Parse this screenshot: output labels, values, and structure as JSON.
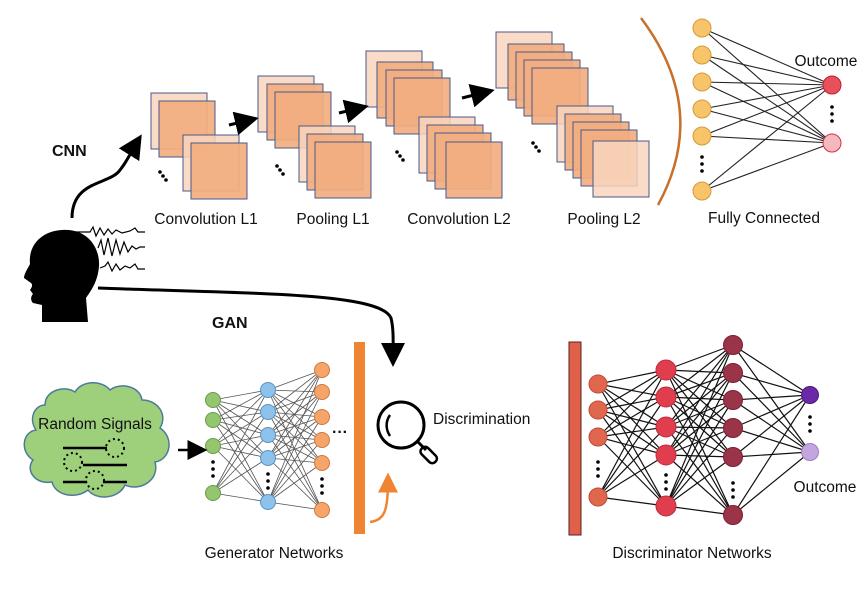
{
  "labels": {
    "cnn": "CNN",
    "gan": "GAN",
    "conv_l1": "Convolution L1",
    "pool_l1": "Pooling L1",
    "conv_l2": "Convolution L2",
    "pool_l2": "Pooling L2",
    "fully_connected": "Fully Connected",
    "cnn_outcome": "Outcome",
    "random_signals": "Random Signals",
    "discrimination": "Discrimination",
    "generator": "Generator Networks",
    "discriminator": "Discriminator Networks",
    "disc_outcome": "Outcome"
  },
  "icons": [
    "head-silhouette-icon",
    "brainwave-signal-icon",
    "cloud-icon",
    "magnifier-icon"
  ],
  "colors": {
    "feature_map": "#f2ae80",
    "feature_map_light": "#f8d5bd",
    "feature_map_border": "#4a5a8a",
    "fc_node": "#f7c46a",
    "cnn_outcome_top": "#e8505b",
    "cnn_outcome_bottom": "#f5b8c0",
    "gen_input": "#93c66f",
    "gen_hidden": "#8cc2ec",
    "gen_output": "#f5a56a",
    "gen_bar": "#ef8533",
    "disc_bar": "#e0604a",
    "disc_l1": "#e0664e",
    "disc_l2": "#e03e4e",
    "disc_l3": "#9a3448",
    "disc_out_top": "#6a2aa8",
    "disc_out_bottom": "#c3a6de",
    "cloud": "#9ed07c",
    "arc": "#c8702a"
  }
}
